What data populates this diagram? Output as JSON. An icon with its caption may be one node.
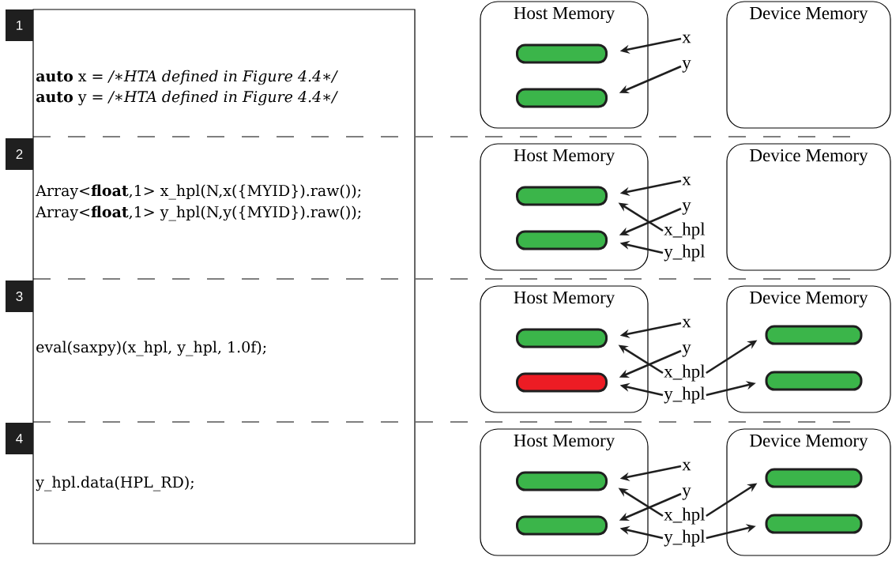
{
  "diagram": {
    "nodes": [
      {
        "text": [
          "**auto** x = */∗HTA defined in Figure 4.4∗/*",
          "**auto** y = */∗HTA defined in Figure 4.4∗/*",
          "Array<**float**,1> x_hpl(N,x({MYID}).raw());",
          "Array<**float**,1> y_hpl(N,y({MYID}).raw());",
          "eval(saxpy)(x_hpl, y_hpl, 1.0f);",
          "y_hpl.data(HPL_RD);"
        ]
      },
      {
        "text": [
          "1"
        ]
      },
      {
        "text": [
          "Host Memory"
        ]
      },
      {
        "text": [],
        "shape": "bar",
        "in": 2
      },
      {
        "text": [],
        "shape": "bar",
        "in": 2
      },
      {
        "text": [
          "x"
        ]
      },
      {
        "text": [
          "y"
        ]
      },
      {
        "text": [
          "Device Memory"
        ]
      },
      {
        "text": [
          "2"
        ]
      },
      {
        "text": [
          "Host Memory"
        ]
      },
      {
        "text": [],
        "shape": "bar",
        "in": 9
      },
      {
        "text": [],
        "shape": "bar",
        "in": 9
      },
      {
        "text": [
          "x"
        ]
      },
      {
        "text": [
          "y"
        ]
      },
      {
        "text": [
          "x_hpl"
        ]
      },
      {
        "text": [
          "y_hpl"
        ]
      },
      {
        "text": [
          "Device Memory"
        ]
      },
      {
        "text": [
          "3"
        ]
      },
      {
        "text": [
          "Host Memory"
        ]
      },
      {
        "text": [],
        "shape": "bar",
        "in": 18
      },
      {
        "text": [],
        "shape": "bar",
        "in": 18
      },
      {
        "text": [
          "x"
        ]
      },
      {
        "text": [
          "y"
        ]
      },
      {
        "text": [
          "x_hpl"
        ]
      },
      {
        "text": [
          "y_hpl"
        ]
      },
      {
        "text": [
          "Device Memory"
        ]
      },
      {
        "text": [],
        "shape": "bar",
        "in": 25
      },
      {
        "text": [],
        "shape": "bar",
        "in": 25
      },
      {
        "text": [
          "4"
        ]
      },
      {
        "text": [
          "Host Memory"
        ]
      },
      {
        "text": [],
        "shape": "bar",
        "in": 29
      },
      {
        "text": [],
        "shape": "bar",
        "in": 29
      },
      {
        "text": [
          "x"
        ]
      },
      {
        "text": [
          "y"
        ]
      },
      {
        "text": [
          "x_hpl"
        ]
      },
      {
        "text": [
          "y_hpl"
        ]
      },
      {
        "text": [
          "Device Memory"
        ]
      },
      {
        "text": [],
        "shape": "bar",
        "in": 36
      },
      {
        "text": [],
        "shape": "bar",
        "in": 36
      }
    ],
    "edges": [
      {
        "from": 5,
        "to": 3,
        "arrow": "to"
      },
      {
        "from": 6,
        "to": 4,
        "arrow": "to"
      },
      {
        "from": 12,
        "to": 10,
        "arrow": "to"
      },
      {
        "from": 13,
        "to": 11,
        "arrow": "to"
      },
      {
        "from": 14,
        "to": 10,
        "arrow": "to"
      },
      {
        "from": 15,
        "to": 11,
        "arrow": "to"
      },
      {
        "from": 21,
        "to": 19,
        "arrow": "to"
      },
      {
        "from": 22,
        "to": 20,
        "arrow": "to"
      },
      {
        "from": 23,
        "to": 19,
        "arrow": "to"
      },
      {
        "from": 24,
        "to": 20,
        "arrow": "to"
      },
      {
        "from": 23,
        "to": 26,
        "arrow": "to"
      },
      {
        "from": 24,
        "to": 27,
        "arrow": "to"
      },
      {
        "from": 32,
        "to": 30,
        "arrow": "to"
      },
      {
        "from": 33,
        "to": 31,
        "arrow": "to"
      },
      {
        "from": 34,
        "to": 30,
        "arrow": "to"
      },
      {
        "from": 35,
        "to": 31,
        "arrow": "to"
      },
      {
        "from": 34,
        "to": 37,
        "arrow": "to"
      },
      {
        "from": 35,
        "to": 38,
        "arrow": "to"
      }
    ]
  }
}
